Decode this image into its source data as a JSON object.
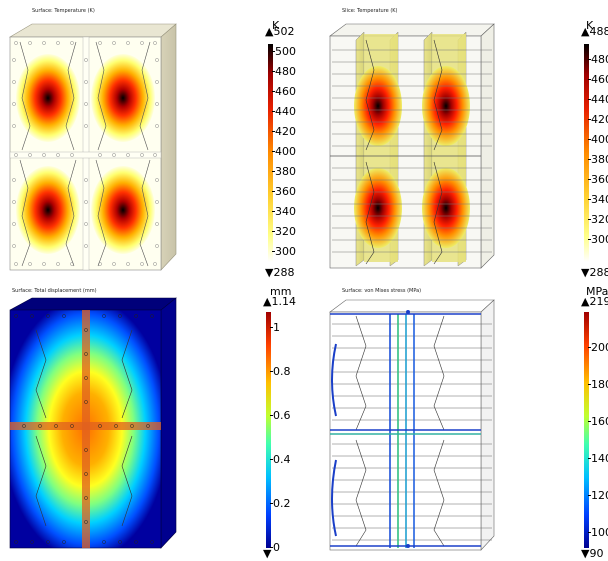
{
  "panels": {
    "temperature_surface": {
      "title": "Surface: Temperature (K)",
      "unit": "K",
      "max_label": "▲502",
      "min_label": "▼288",
      "ticks": [
        "500",
        "480",
        "460",
        "440",
        "420",
        "400",
        "380",
        "360",
        "340",
        "320",
        "300"
      ]
    },
    "temperature_slice": {
      "title": "Slice: Temperature (K)",
      "unit": "K",
      "max_label": "▲488",
      "min_label": "▼288",
      "ticks": [
        "480",
        "460",
        "440",
        "420",
        "400",
        "380",
        "360",
        "340",
        "320",
        "300"
      ]
    },
    "total_displacement": {
      "title": "Surface: Total displacement (mm)",
      "unit": "mm",
      "max_label": "▲1.14",
      "min_label": "▼",
      "ticks": [
        "1",
        "0.8",
        "0.6",
        "0.4",
        "0.2",
        "0"
      ]
    },
    "von_mises": {
      "title": "Surface: von Mises stress (MPa)",
      "unit": "MPa",
      "max_label": "▲219",
      "min_label": "▼90",
      "ticks": [
        "200",
        "180",
        "160",
        "140",
        "120",
        "100"
      ]
    }
  },
  "colormaps": {
    "thermal": [
      "#ffffff",
      "#ffff88",
      "#ffd030",
      "#ff8c00",
      "#e82000",
      "#a00000",
      "#000000"
    ],
    "rainbow": [
      "#000090",
      "#0040ff",
      "#00c0ff",
      "#40ffb0",
      "#c0ff30",
      "#ffc000",
      "#ff4000",
      "#b00000"
    ]
  }
}
